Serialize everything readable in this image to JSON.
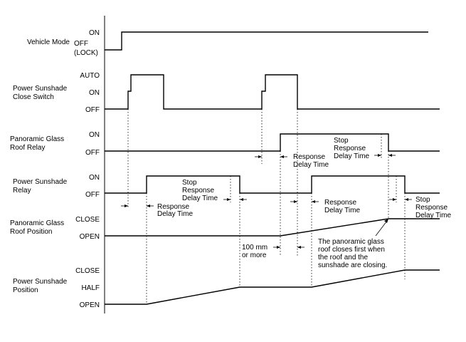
{
  "signals": {
    "vehicle_mode": {
      "name_lines": [
        "Vehicle Mode"
      ],
      "levels": [
        "ON",
        "OFF",
        "(LOCK)"
      ]
    },
    "sunshade_switch": {
      "name_lines": [
        "Power Sunshade",
        "Close Switch"
      ],
      "levels": [
        "AUTO",
        "ON",
        "OFF"
      ]
    },
    "roof_relay": {
      "name_lines": [
        "Panoramic Glass",
        "Roof Relay"
      ],
      "levels": [
        "ON",
        "OFF"
      ]
    },
    "sunshade_relay": {
      "name_lines": [
        "Power Sunshade",
        "Relay"
      ],
      "levels": [
        "ON",
        "OFF"
      ]
    },
    "roof_position": {
      "name_lines": [
        "Panoramic Glass",
        "Roof Position"
      ],
      "levels": [
        "CLOSE",
        "OPEN"
      ]
    },
    "sunshade_position": {
      "name_lines": [
        "Power Sunshade",
        "Position"
      ],
      "levels": [
        "CLOSE",
        "HALF",
        "OPEN"
      ]
    }
  },
  "annotations": {
    "response_delay": [
      "Response",
      "Delay Time"
    ],
    "stop_response_delay": [
      "Stop",
      "Response",
      "Delay Time"
    ],
    "distance_100mm": [
      "100 mm",
      "or more"
    ],
    "closes_first": [
      "The panoramic glass",
      "roof closes first when",
      "the roof and the",
      "sunshade are closing."
    ]
  }
}
